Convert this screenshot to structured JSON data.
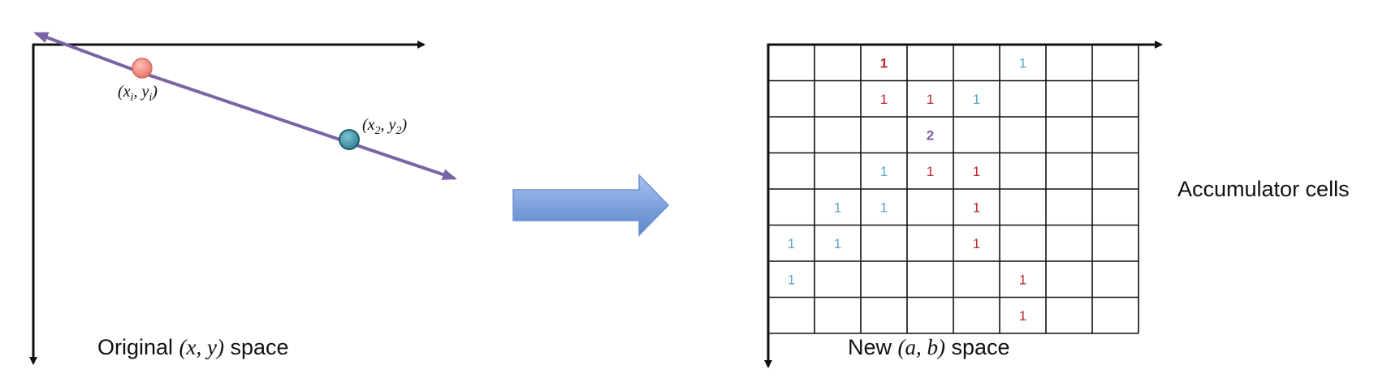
{
  "left_panel": {
    "caption_prefix": "Original ",
    "caption_math": "(x, y)",
    "caption_suffix": " space",
    "point1": {
      "label": "(x",
      "sub": "i",
      "mid": ", y",
      "sub2": "i",
      "end": ")",
      "color": "#f08a80"
    },
    "point2": {
      "label": "(x",
      "sub": "2",
      "mid": ", y",
      "sub2": "2",
      "end": ")",
      "color": "#4a96a8"
    },
    "line_color": "#7b64a6"
  },
  "arrow": {
    "color": "#7ea2dd"
  },
  "grid": {
    "rows": 8,
    "cols": 8,
    "caption_prefix": "New ",
    "caption_math": "(a, b)",
    "caption_suffix": " space",
    "colors": {
      "red": "#c0282d",
      "blue": "#5aa6c8",
      "purple": "#7b5aa0"
    },
    "cells": [
      {
        "row": 0,
        "col": 2,
        "value": "1",
        "color": "red",
        "bold": true
      },
      {
        "row": 0,
        "col": 5,
        "value": "1",
        "color": "blue",
        "bold": false
      },
      {
        "row": 1,
        "col": 2,
        "value": "1",
        "color": "red",
        "bold": false
      },
      {
        "row": 1,
        "col": 3,
        "value": "1",
        "color": "red",
        "bold": false
      },
      {
        "row": 1,
        "col": 4,
        "value": "1",
        "color": "blue",
        "bold": false
      },
      {
        "row": 2,
        "col": 3,
        "value": "2",
        "color": "purple",
        "bold": true
      },
      {
        "row": 3,
        "col": 2,
        "value": "1",
        "color": "blue",
        "bold": false
      },
      {
        "row": 3,
        "col": 3,
        "value": "1",
        "color": "red",
        "bold": false
      },
      {
        "row": 3,
        "col": 4,
        "value": "1",
        "color": "red",
        "bold": false
      },
      {
        "row": 4,
        "col": 1,
        "value": "1",
        "color": "blue",
        "bold": false
      },
      {
        "row": 4,
        "col": 2,
        "value": "1",
        "color": "blue",
        "bold": false
      },
      {
        "row": 4,
        "col": 4,
        "value": "1",
        "color": "red",
        "bold": false
      },
      {
        "row": 5,
        "col": 0,
        "value": "1",
        "color": "blue",
        "bold": false
      },
      {
        "row": 5,
        "col": 1,
        "value": "1",
        "color": "blue",
        "bold": false
      },
      {
        "row": 5,
        "col": 4,
        "value": "1",
        "color": "red",
        "bold": false
      },
      {
        "row": 6,
        "col": 0,
        "value": "1",
        "color": "blue",
        "bold": false
      },
      {
        "row": 6,
        "col": 5,
        "value": "1",
        "color": "red",
        "bold": false
      },
      {
        "row": 7,
        "col": 5,
        "value": "1",
        "color": "red",
        "bold": false
      }
    ]
  },
  "accumulator_label": "Accumulator cells"
}
